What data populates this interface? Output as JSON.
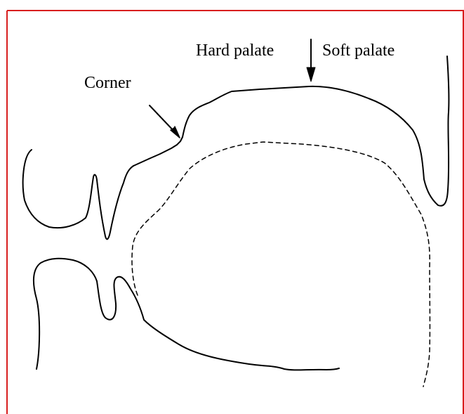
{
  "labels": {
    "corner": "Corner",
    "hard_palate": "Hard palate",
    "soft_palate": "Soft palate"
  },
  "colors": {
    "frame_border": "#d81e1e",
    "outline": "#000000",
    "background": "#ffffff"
  }
}
